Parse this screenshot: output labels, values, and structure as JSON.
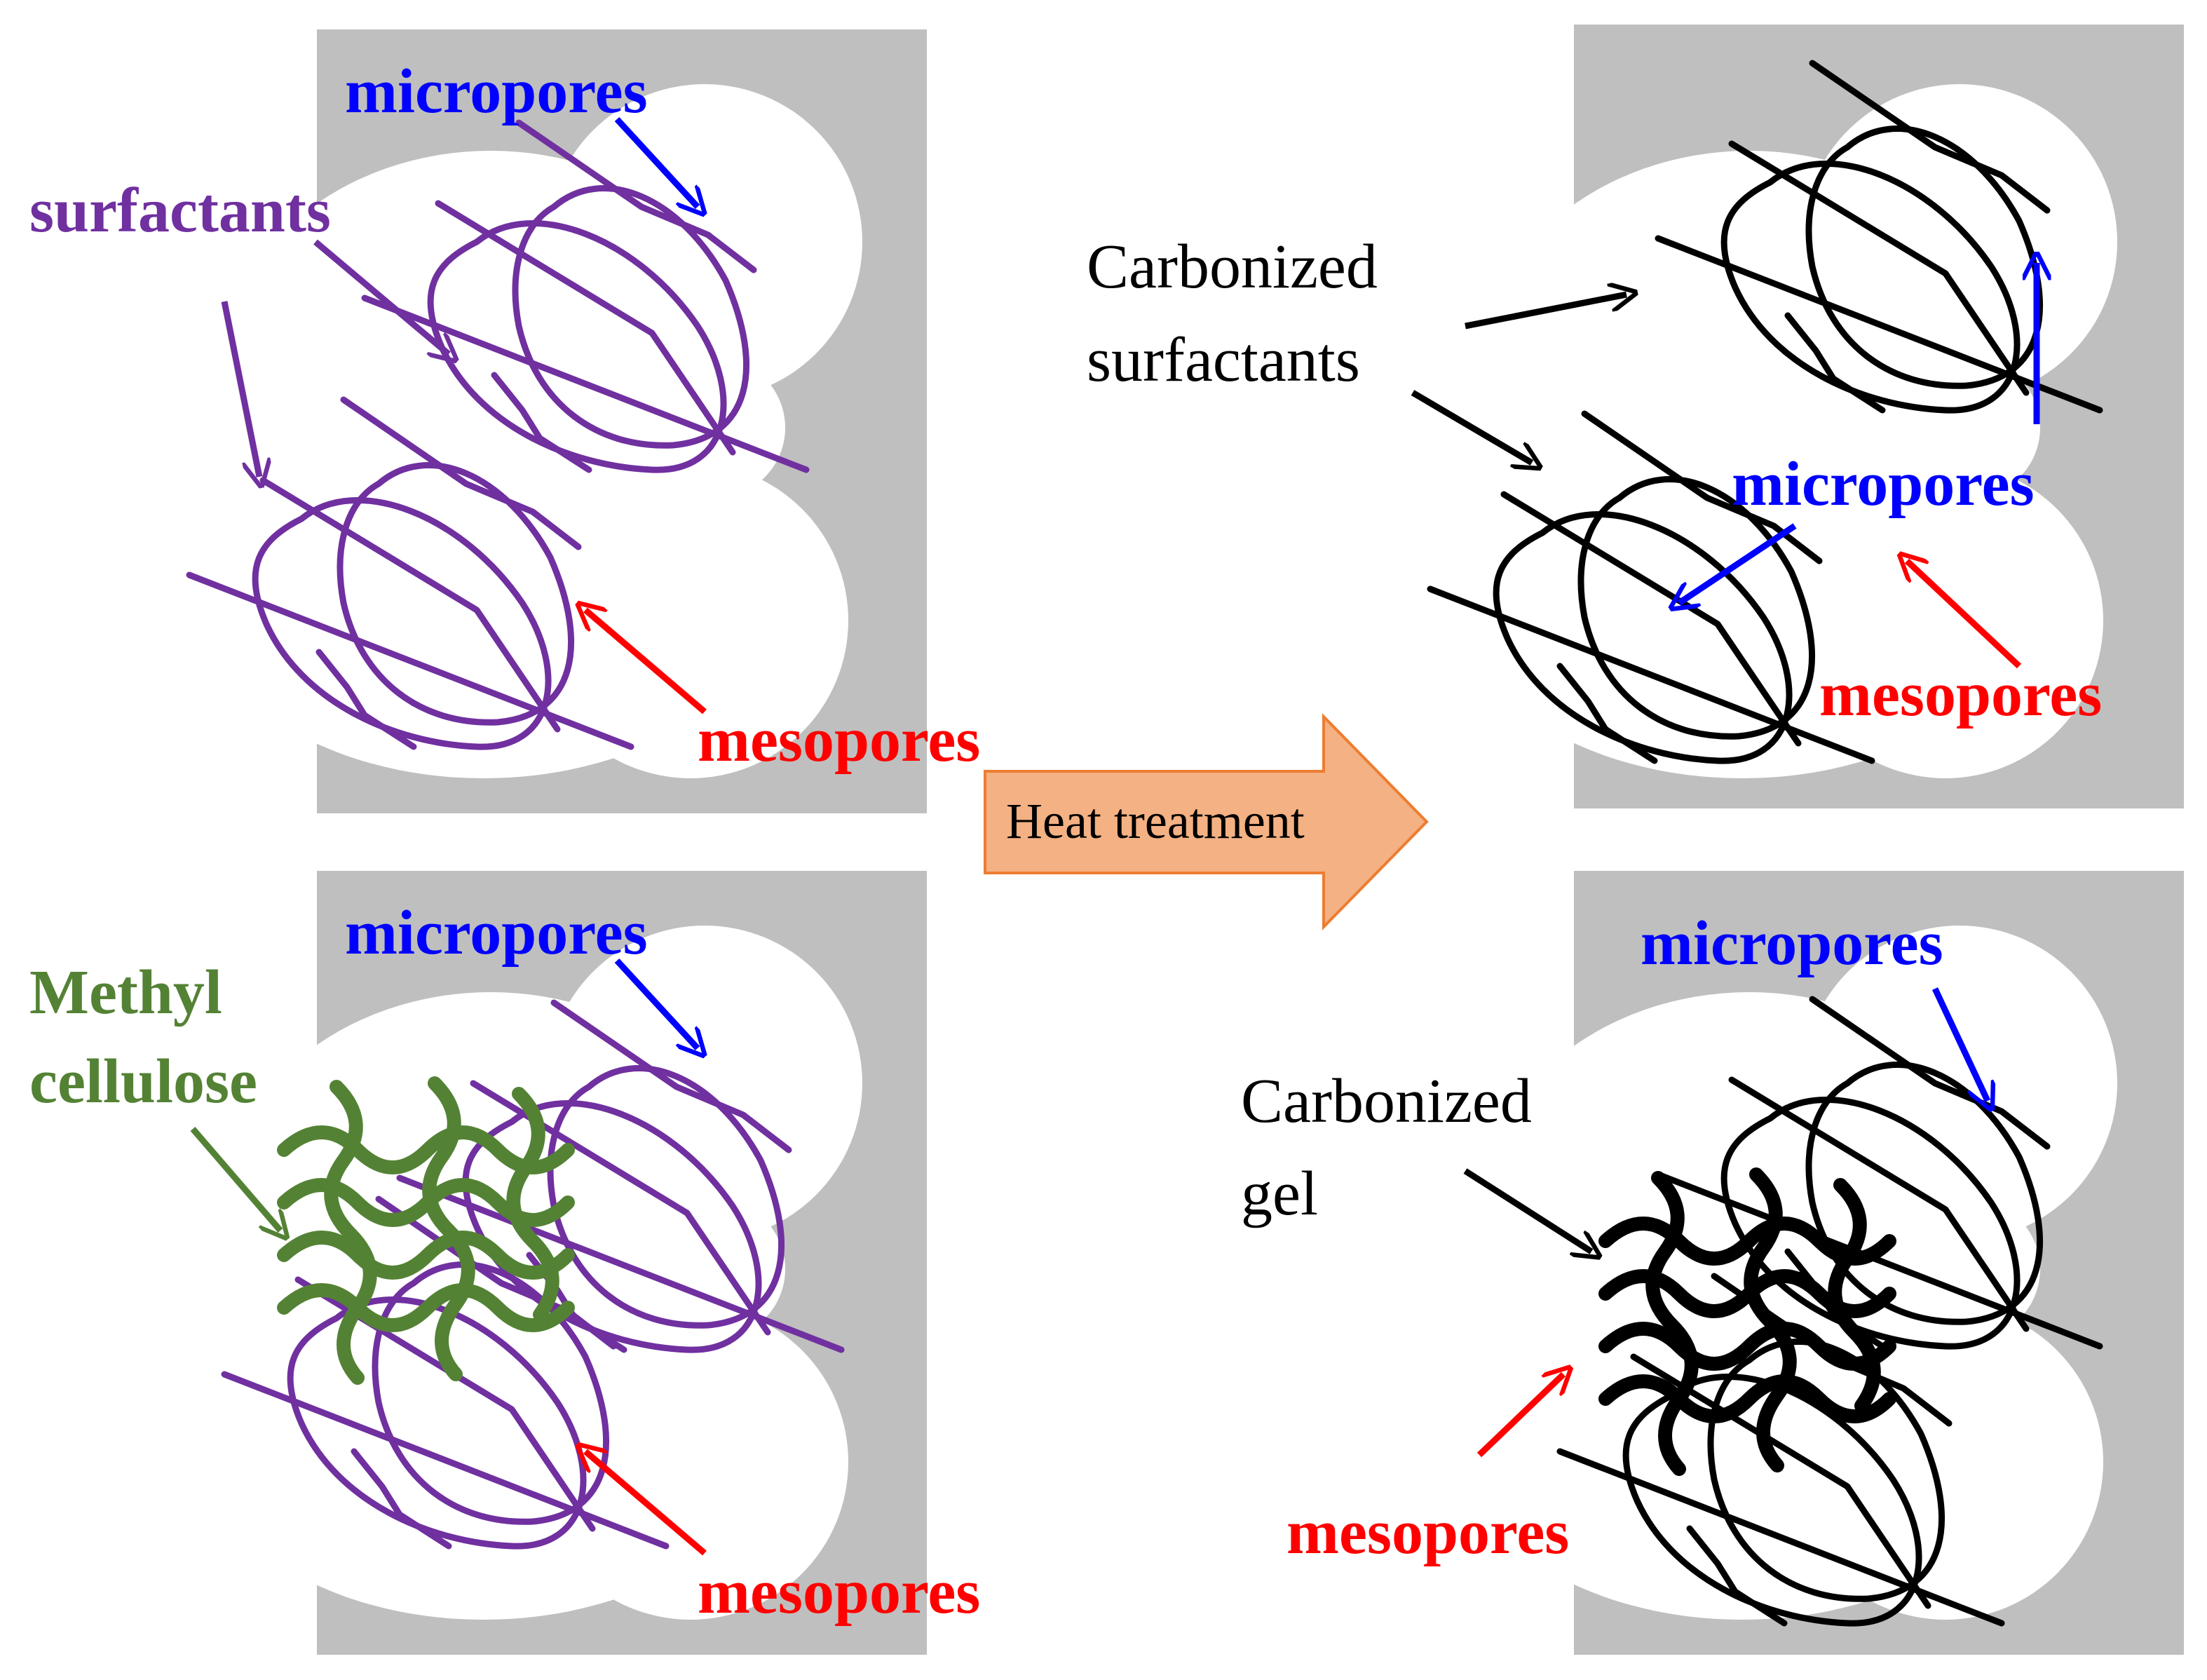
{
  "colors": {
    "matrix": "#bfbfbf",
    "pore": "#ffffff",
    "surfactant": "#7030a0",
    "cellulose": "#548235",
    "carbon": "#000000",
    "micropore_label": "#0000ff",
    "mesopore_label": "#ff0000",
    "arrow_fill": "#f4b183",
    "arrow_stroke": "#ed7d31"
  },
  "panels": {
    "top_left": {
      "micropores": "micropores",
      "surfactants": "surfactants",
      "mesopores": "mesopores"
    },
    "bottom_left": {
      "micropores": "micropores",
      "cellulose_line1": "Methyl",
      "cellulose_line2": "cellulose",
      "mesopores": "mesopores"
    },
    "top_right": {
      "carbonized_line1": "Carbonized",
      "carbonized_line2": "surfactants",
      "micropores": "micropores",
      "mesopores": "mesopores"
    },
    "bottom_right": {
      "micropores": "micropores",
      "carbonized_line1": "Carbonized",
      "carbonized_line2": "gel",
      "mesopores": "mesopores"
    }
  },
  "process_arrow": {
    "label": "Heat treatment"
  },
  "icons": [
    "surfactant-micelle-icon",
    "carbonized-micelle-icon",
    "cellulose-strand-icon"
  ]
}
